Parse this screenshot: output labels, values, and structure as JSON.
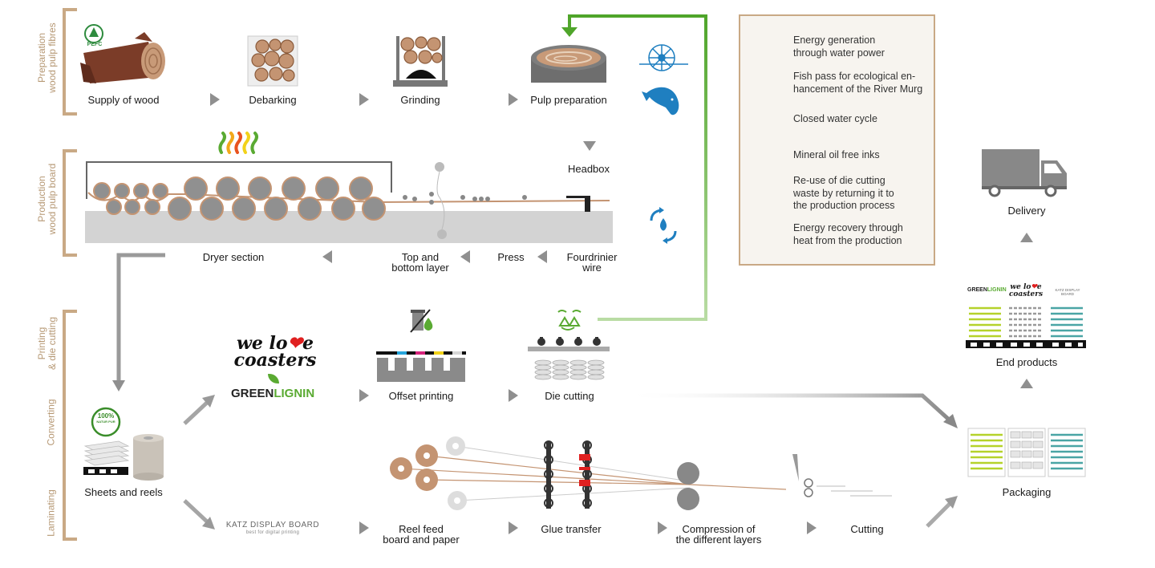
{
  "side_labels": {
    "prep": [
      "Preparation",
      "wood pulp fibres"
    ],
    "prod": [
      "Production",
      "wood pulp board"
    ],
    "printing": [
      "Printing",
      "& die cutting"
    ],
    "converting": "Converting",
    "laminating": "Laminating"
  },
  "steps": {
    "supply": "Supply of wood",
    "debarking": "Debarking",
    "grinding": "Grinding",
    "pulp": "Pulp preparation",
    "headbox": "Headbox",
    "fourdrinier": [
      "Fourdrinier",
      "wire"
    ],
    "press": "Press",
    "topbottom": [
      "Top and",
      "bottom layer"
    ],
    "dryer": "Dryer section",
    "sheets": "Sheets and reels",
    "offset": "Offset printing",
    "diecut": "Die cutting",
    "reelfeed": [
      "Reel feed",
      "board and paper"
    ],
    "glue": "Glue transfer",
    "compression": [
      "Compression of",
      "the different layers"
    ],
    "cutting": "Cutting",
    "packaging": "Packaging",
    "endproducts": "End products",
    "delivery": "Delivery"
  },
  "legend": [
    {
      "icon": "water-wheel-icon",
      "lines": [
        "Energy generation",
        "through water power"
      ]
    },
    {
      "icon": "fish-icon",
      "lines": [
        "Fish pass for ecological en-",
        "hancement of the River Murg"
      ]
    },
    {
      "icon": "water-cycle-icon",
      "lines": [
        "Closed water cycle"
      ]
    },
    {
      "icon": "oil-free-ink-icon",
      "lines": [
        "Mineral oil free inks"
      ]
    },
    {
      "icon": "recycle-icon",
      "lines": [
        "Re-use of die cutting",
        "waste by returning it to",
        "the production process"
      ]
    },
    {
      "icon": "heat-recovery-icon",
      "lines": [
        "Energy recovery through",
        "heat from the production"
      ]
    }
  ],
  "logos": {
    "pefc": "PEFC",
    "welove": [
      "we lo",
      "e",
      "coasters"
    ],
    "green": "GREEN",
    "lignin": "LIGNIN",
    "katz": "KATZ DISPLAY BOARD",
    "katz_sub": "best for digital printing",
    "badge": [
      "100%",
      "NATUR PUR"
    ],
    "end_welove": [
      "we lo",
      "e",
      "coasters"
    ],
    "end_green": "GREEN",
    "end_lignin": "LIGNIN",
    "end_katz": "KATZ DISPLAY BOARD"
  },
  "colors": {
    "brown": "#8c4a30",
    "tan": "#c9a07a",
    "grey": "#8a8a8a",
    "arrow": "#9a9a9a",
    "green": "#5aaa32",
    "blue": "#1f7fc0",
    "beige": "#c9a985",
    "cmyk": [
      "#1a1a1a",
      "#27a5dc",
      "#d6247c",
      "#f2d21a",
      "#d6d6d6"
    ]
  }
}
